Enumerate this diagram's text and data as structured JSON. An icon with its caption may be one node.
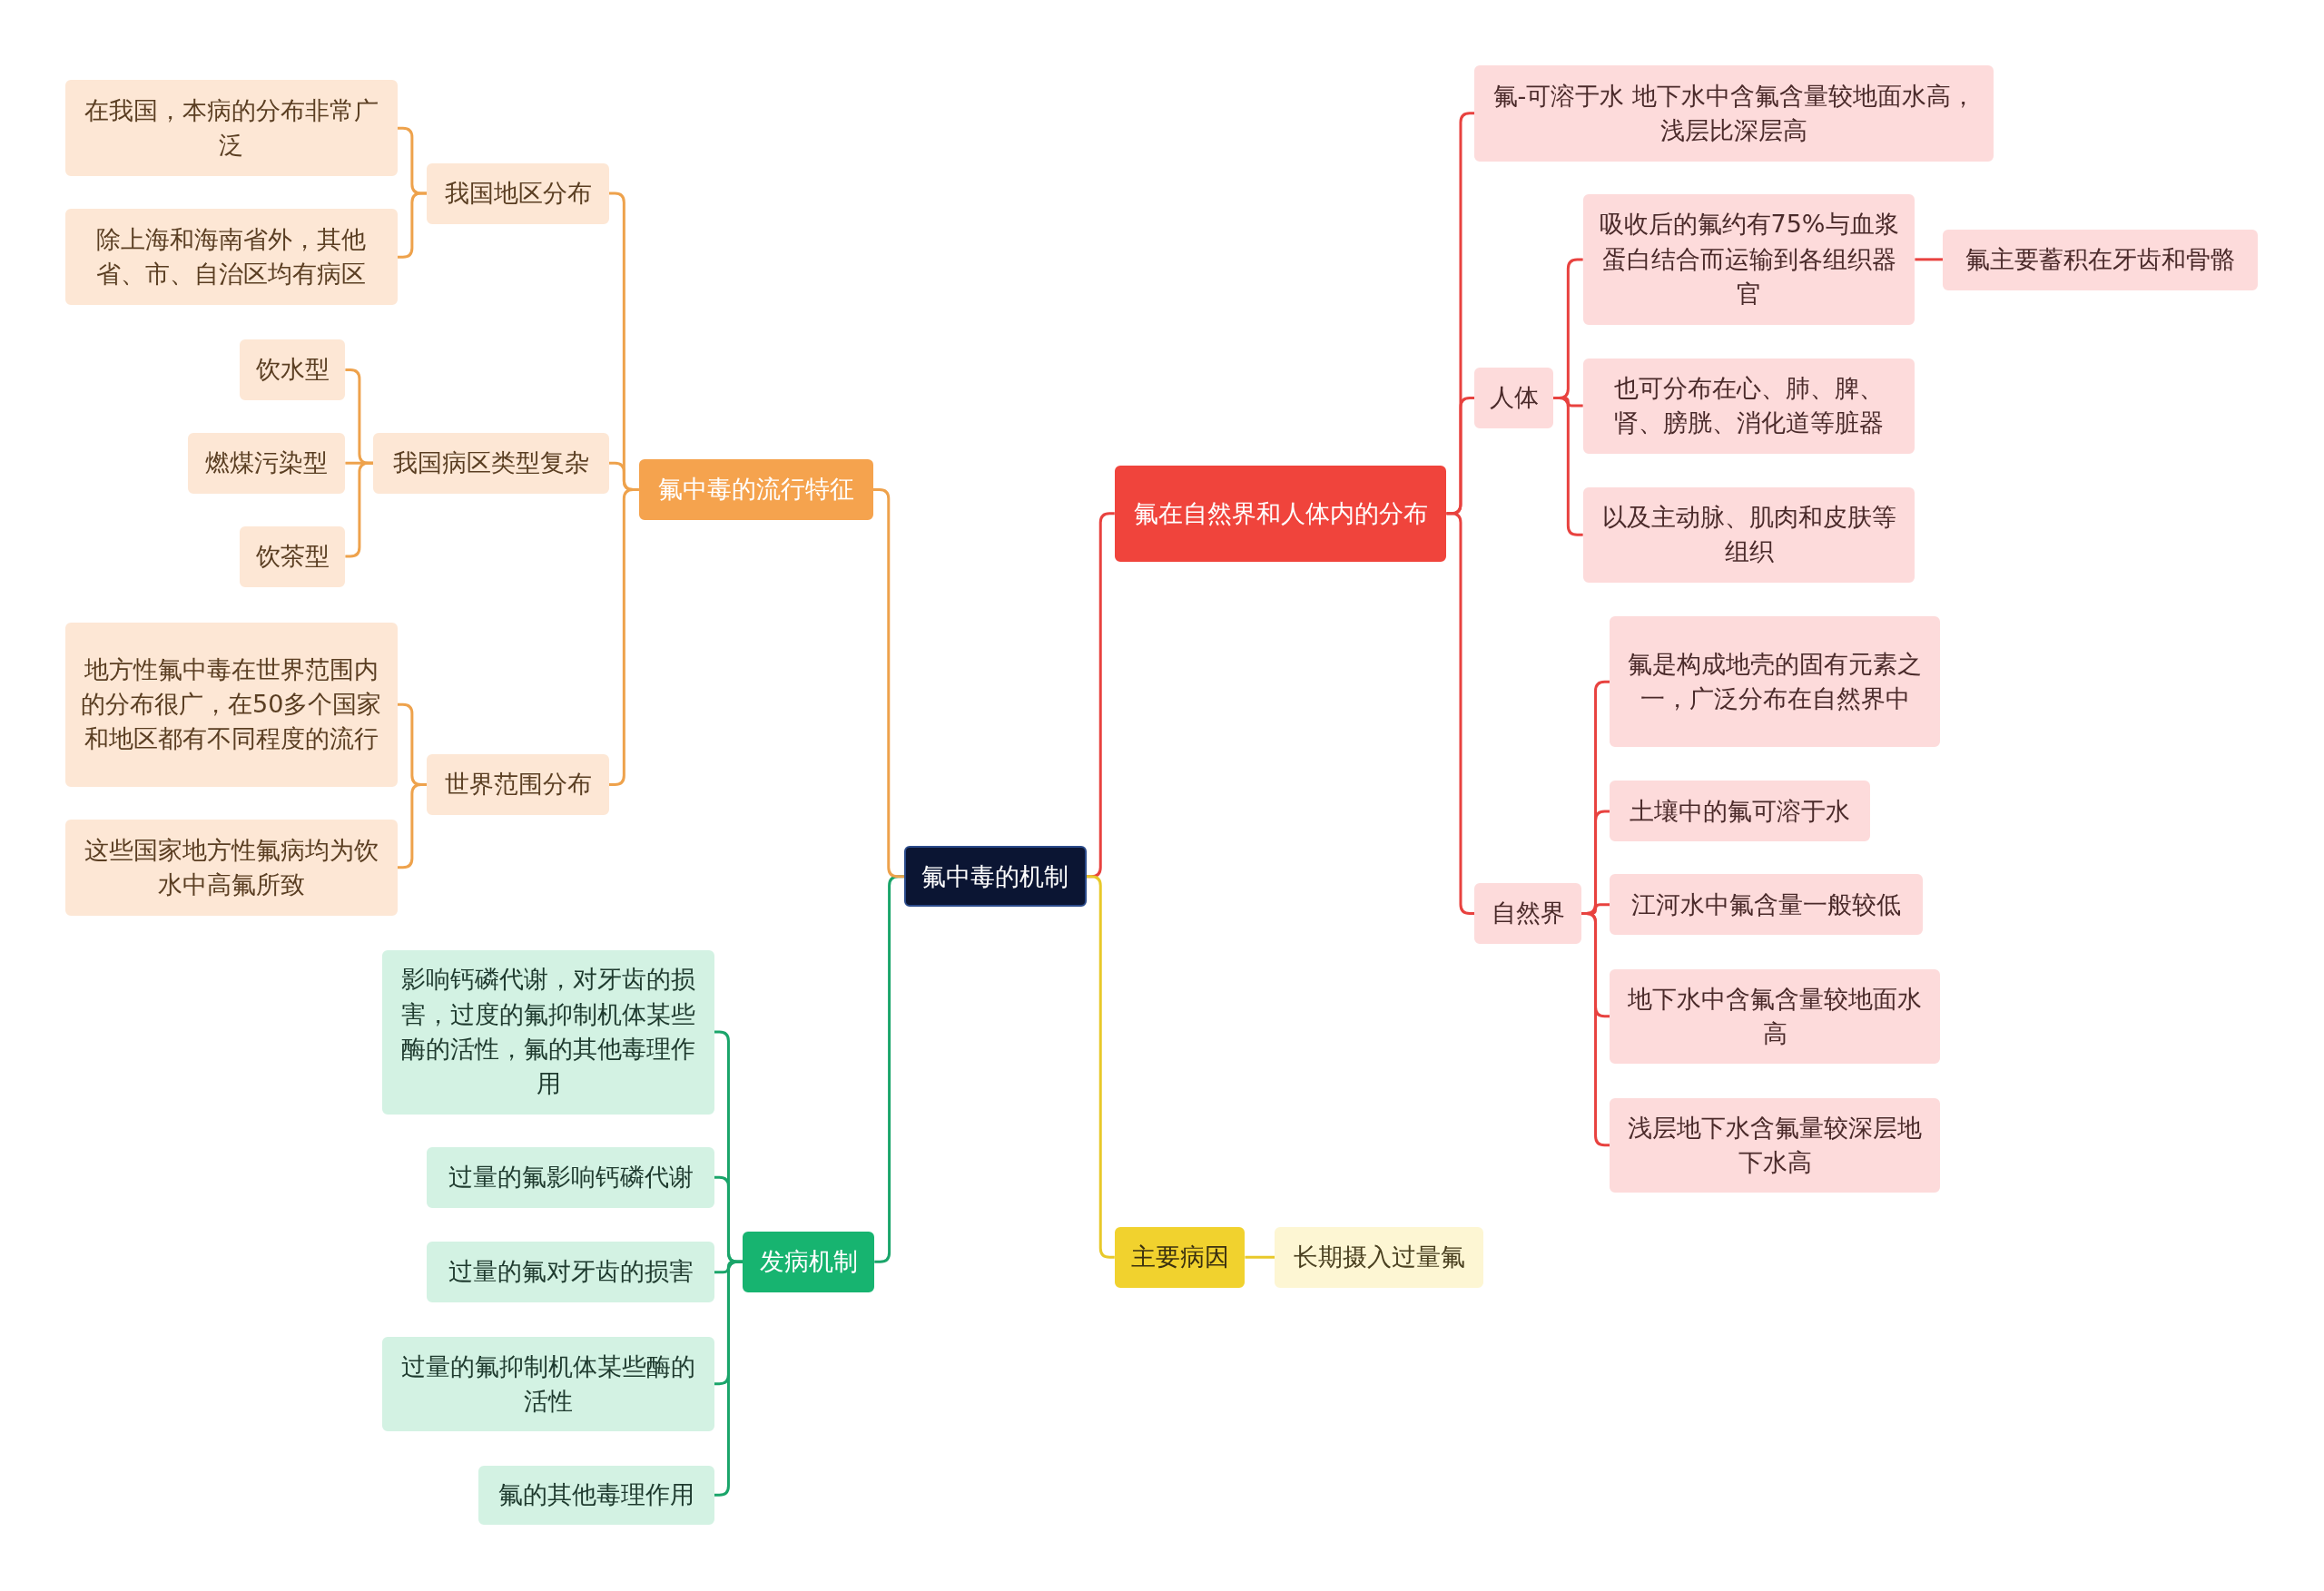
{
  "diagram": {
    "nodes": [
      {
        "text": [
          "氟中毒的机制"
        ]
      },
      {
        "text": [
          "氟在自然界和人体内的分布"
        ]
      },
      {
        "text": [
          "氟-可溶于水 地下水中含氟含量较地面水高，浅层比深层高"
        ]
      },
      {
        "text": [
          "人体"
        ]
      },
      {
        "text": [
          "吸收后的氟约有75%与血浆蛋白结合而运输到各组织器官"
        ]
      },
      {
        "text": [
          "氟主要蓄积在牙齿和骨骼"
        ]
      },
      {
        "text": [
          "也可分布在心、肺、脾、肾、膀胱、消化道等脏器"
        ]
      },
      {
        "text": [
          "以及主动脉、肌肉和皮肤等组织"
        ]
      },
      {
        "text": [
          "自然界"
        ]
      },
      {
        "text": [
          "氟是构成地壳的固有元素之一，广泛分布在自然界中"
        ]
      },
      {
        "text": [
          "土壤中的氟可溶于水"
        ]
      },
      {
        "text": [
          "江河水中氟含量一般较低"
        ]
      },
      {
        "text": [
          "地下水中含氟含量较地面水高"
        ]
      },
      {
        "text": [
          "浅层地下水含氟量较深层地下水高"
        ]
      },
      {
        "text": [
          "主要病因"
        ]
      },
      {
        "text": [
          "长期摄入过量氟"
        ]
      },
      {
        "text": [
          "发病机制"
        ]
      },
      {
        "text": [
          "影响钙磷代谢，对牙齿的损害，过度的氟抑制机体某些酶的活性，氟的其他毒理作用"
        ]
      },
      {
        "text": [
          "过量的氟影响钙磷代谢"
        ]
      },
      {
        "text": [
          "过量的氟对牙齿的损害"
        ]
      },
      {
        "text": [
          "过量的氟抑制机体某些酶的活性"
        ]
      },
      {
        "text": [
          "氟的其他毒理作用"
        ]
      },
      {
        "text": [
          "氟中毒的流行特征"
        ]
      },
      {
        "text": [
          "我国地区分布"
        ]
      },
      {
        "text": [
          "在我国，本病的分布非常广泛"
        ]
      },
      {
        "text": [
          "除上海和海南省外，其他省、市、自治区均有病区"
        ]
      },
      {
        "text": [
          "我国病区类型复杂"
        ]
      },
      {
        "text": [
          "饮水型"
        ]
      },
      {
        "text": [
          "燃煤污染型"
        ]
      },
      {
        "text": [
          "饮茶型"
        ]
      },
      {
        "text": [
          "世界范围分布"
        ]
      },
      {
        "text": [
          "地方性氟中毒在世界范围内的分布很广，在50多个国家和地区都有不同程度的流行"
        ]
      },
      {
        "text": [
          "这些国家地方性氟病均为饮水中高氟所致"
        ]
      }
    ],
    "edges": [
      {
        "from": 0,
        "to": 1,
        "arrow": "none"
      },
      {
        "from": 1,
        "to": 2,
        "arrow": "none"
      },
      {
        "from": 1,
        "to": 3,
        "arrow": "none"
      },
      {
        "from": 3,
        "to": 4,
        "arrow": "none"
      },
      {
        "from": 4,
        "to": 5,
        "arrow": "none"
      },
      {
        "from": 3,
        "to": 6,
        "arrow": "none"
      },
      {
        "from": 3,
        "to": 7,
        "arrow": "none"
      },
      {
        "from": 1,
        "to": 8,
        "arrow": "none"
      },
      {
        "from": 8,
        "to": 9,
        "arrow": "none"
      },
      {
        "from": 8,
        "to": 10,
        "arrow": "none"
      },
      {
        "from": 8,
        "to": 11,
        "arrow": "none"
      },
      {
        "from": 8,
        "to": 12,
        "arrow": "none"
      },
      {
        "from": 8,
        "to": 13,
        "arrow": "none"
      },
      {
        "from": 0,
        "to": 14,
        "arrow": "none",
        "color": "#e8c92a"
      },
      {
        "from": 14,
        "to": 15,
        "arrow": "none",
        "color": "#e8c92a"
      },
      {
        "from": 0,
        "to": 16,
        "arrow": "none",
        "color": "#1aa56a"
      },
      {
        "from": 16,
        "to": 17,
        "arrow": "none",
        "color": "#1aa56a"
      },
      {
        "from": 16,
        "to": 18,
        "arrow": "none",
        "color": "#1aa56a"
      },
      {
        "from": 16,
        "to": 19,
        "arrow": "none",
        "color": "#1aa56a"
      },
      {
        "from": 16,
        "to": 20,
        "arrow": "none",
        "color": "#1aa56a"
      },
      {
        "from": 16,
        "to": 21,
        "arrow": "none",
        "color": "#1aa56a"
      },
      {
        "from": 0,
        "to": 22,
        "arrow": "none",
        "color": "#eea24c"
      },
      {
        "from": 22,
        "to": 23,
        "arrow": "none",
        "color": "#eea24c"
      },
      {
        "from": 23,
        "to": 24,
        "arrow": "none",
        "color": "#eea24c"
      },
      {
        "from": 23,
        "to": 25,
        "arrow": "none",
        "color": "#eea24c"
      },
      {
        "from": 22,
        "to": 26,
        "arrow": "none",
        "color": "#eea24c"
      },
      {
        "from": 26,
        "to": 27,
        "arrow": "none",
        "color": "#eea24c"
      },
      {
        "from": 26,
        "to": 28,
        "arrow": "none",
        "color": "#eea24c"
      },
      {
        "from": 26,
        "to": 29,
        "arrow": "none",
        "color": "#eea24c"
      },
      {
        "from": 22,
        "to": 30,
        "arrow": "none",
        "color": "#eea24c"
      },
      {
        "from": 30,
        "to": 31,
        "arrow": "none",
        "color": "#eea24c"
      },
      {
        "from": 30,
        "to": 32,
        "arrow": "none",
        "color": "#eea24c"
      }
    ]
  }
}
